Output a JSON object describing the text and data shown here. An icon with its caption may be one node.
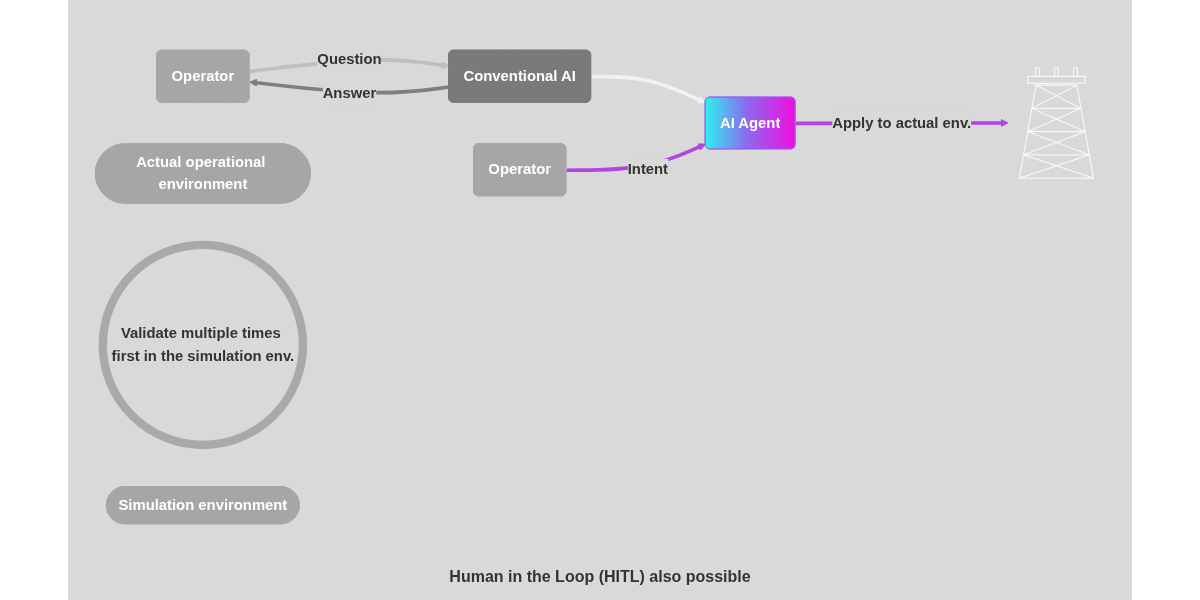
{
  "diagram": {
    "nodes": [
      {
        "text": [
          "Operator"
        ]
      },
      {
        "text": [
          "Conventional AI"
        ]
      },
      {
        "text": [
          "Operator"
        ]
      },
      {
        "text": [
          "AI Agent"
        ]
      },
      {
        "text": [],
        "shape": "picture"
      },
      {
        "text": [
          "Actual operational environment"
        ]
      },
      {
        "text": [
          "Validate multiple times first in the simulation env."
        ]
      },
      {
        "text": [
          "Simulation environment"
        ]
      }
    ],
    "edges": [
      {
        "from": 0,
        "to": 1,
        "arrow": "to",
        "label": "Question",
        "color": "#bfbfbf"
      },
      {
        "from": 1,
        "to": 0,
        "arrow": "to",
        "label": "Answer",
        "color": "#7f7f7f"
      },
      {
        "from": 1,
        "to": 3,
        "arrow": "to",
        "color": "#f2f2f2"
      },
      {
        "from": 2,
        "to": 3,
        "arrow": "to",
        "label": "Intent",
        "color": "#b144e6"
      },
      {
        "from": 3,
        "to": 4,
        "arrow": "to",
        "label": "Apply to actual env.",
        "color": "#b144e6"
      }
    ],
    "labels": [
      "Human in the Loop (HITL) also possible"
    ]
  }
}
